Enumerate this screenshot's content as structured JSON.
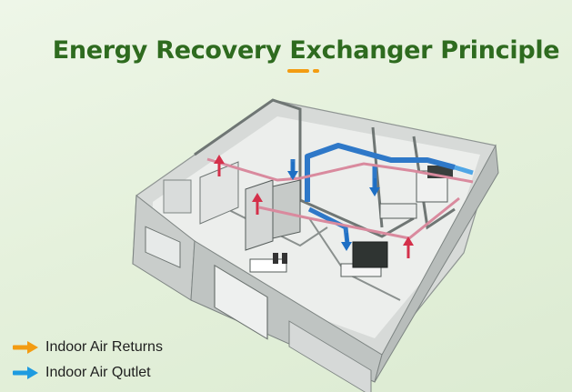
{
  "title": "Energy Recovery Exchanger Principle",
  "colors": {
    "title": "#2e6b1f",
    "accent": "#f39c12",
    "return_air": "#f39c12",
    "outlet_air": "#1e9be0",
    "duct_blue": "#2e78c8",
    "duct_pink": "#d98a9e",
    "arrow_red": "#d4304a"
  },
  "legend": [
    {
      "label": "Indoor Air Returns",
      "icon": "orange-arrow-icon"
    },
    {
      "label": "Indoor Air Qutlet",
      "icon": "blue-arrow-icon"
    }
  ]
}
